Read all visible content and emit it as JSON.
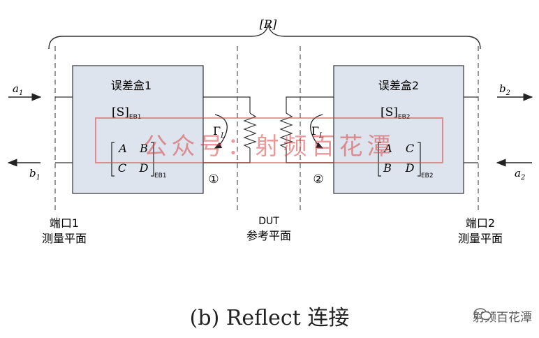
{
  "top_label": "[R]",
  "left_box": {
    "title": "误差盒1",
    "s_symbol": "[S]",
    "s_sub": "EB1",
    "matrix": {
      "a": "A",
      "b": "B",
      "c": "C",
      "d": "D"
    },
    "matrix_sub": "EB1"
  },
  "right_box": {
    "title": "误差盒2",
    "s_symbol": "[S]",
    "s_sub": "EB2",
    "matrix": {
      "a": "A",
      "b": "C",
      "c": "B",
      "d": "D"
    },
    "matrix_sub": "EB2"
  },
  "waves": {
    "a1": "a",
    "a1_sub": "1",
    "b1": "b",
    "b1_sub": "1",
    "b2": "b",
    "b2_sub": "2",
    "a2": "a",
    "a2_sub": "2"
  },
  "gamma": {
    "symbol": "Γ",
    "sub": "L"
  },
  "markers": {
    "m1": "①",
    "m2": "②"
  },
  "plane_labels": {
    "port1_l1": "端口1",
    "port1_l2": "测量平面",
    "dut_l1": "DUT",
    "dut_l2": "参考平面",
    "port2_l1": "端口2",
    "port2_l2": "测量平面"
  },
  "watermark": "公众号：射频百花潭",
  "caption": "(b) Reflect 连接",
  "badge": "射频百花潭",
  "colors": {
    "box_fill": "#dde4ee",
    "stroke": "#333333",
    "watermark": "#d64646"
  }
}
